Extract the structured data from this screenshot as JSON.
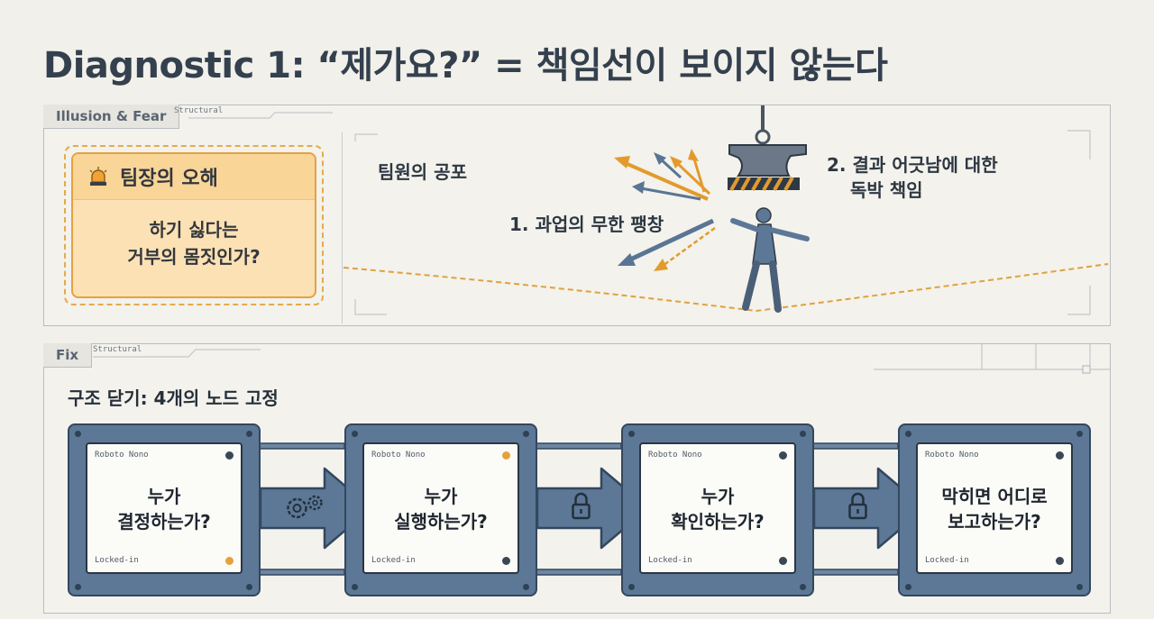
{
  "title": "Diagnostic 1: “제가요?” = 책임선이 보이지 않는다",
  "illusion_panel": {
    "tab_label": "Illusion & Fear",
    "tab_sub": "Structural",
    "leader": {
      "title": "팀장의 오해",
      "body_line1": "하기 싫다는",
      "body_line2": "거부의 몸짓인가?"
    },
    "fear_title": "팀원의 공포",
    "label_expansion": "1. 과업의 무한 팽창",
    "label_blame_line1": "2. 결과 어긋남에 대한",
    "label_blame_line2": "독박 책임"
  },
  "fix_panel": {
    "tab_label": "Fix",
    "tab_sub": "Structural",
    "heading": "구조 닫기: 4개의 노드 고정",
    "nodes": [
      {
        "top_label": "Roboto Nono",
        "bottom_label": "Locked-in",
        "line1": "누가",
        "line2": "결정하는가?",
        "top_dot": "dark",
        "bottom_dot": "orange"
      },
      {
        "top_label": "Roboto Nono",
        "bottom_label": "Locked-in",
        "line1": "누가",
        "line2": "실행하는가?",
        "top_dot": "orange",
        "bottom_dot": "dark"
      },
      {
        "top_label": "Roboto Nono",
        "bottom_label": "Locked-in",
        "line1": "누가",
        "line2": "확인하는가?",
        "top_dot": "dark",
        "bottom_dot": "dark"
      },
      {
        "top_label": "Roboto Nono",
        "bottom_label": "Locked-in",
        "line1": "막히면 어디로",
        "line2": "보고하는가?",
        "top_dot": "dark",
        "bottom_dot": "dark"
      }
    ],
    "connectors": [
      {
        "icon": "gears-icon"
      },
      {
        "icon": "padlock-icon"
      },
      {
        "icon": "padlock-icon"
      }
    ]
  },
  "colors": {
    "accent_orange": "#e8a13a",
    "node_blue": "#5c7896",
    "node_dark": "#33475e",
    "arrow_blue": "#5a7594"
  }
}
